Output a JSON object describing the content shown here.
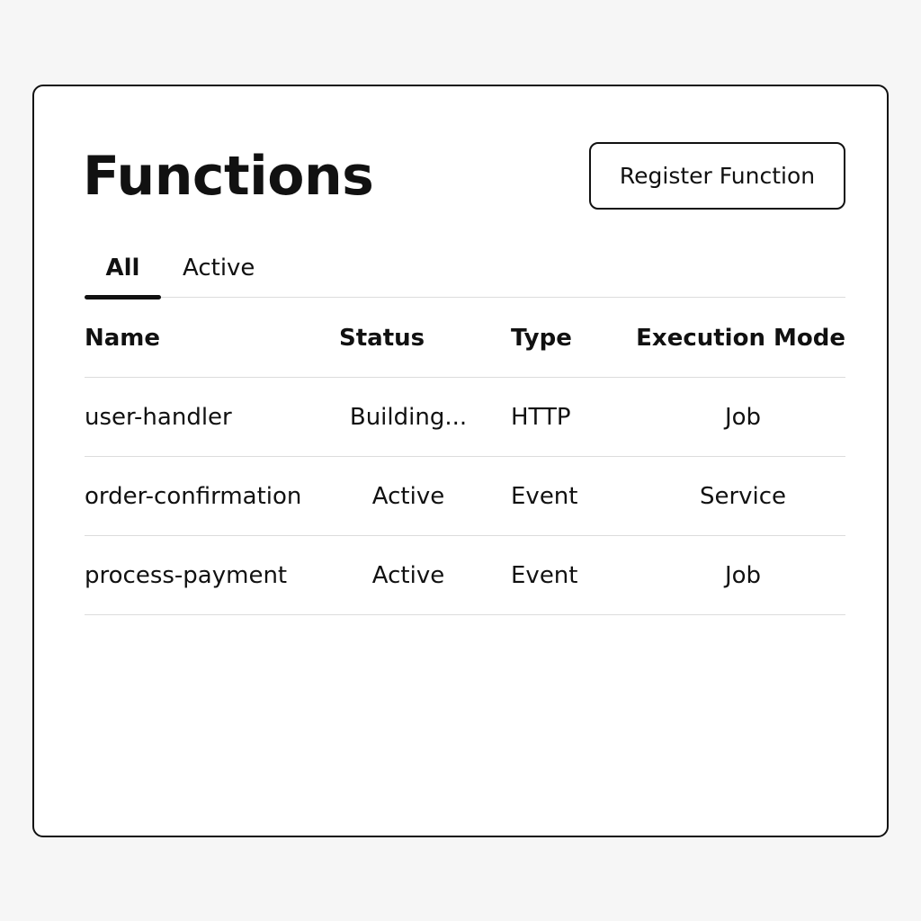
{
  "page": {
    "title": "Functions",
    "register_button_label": "Register Function"
  },
  "tabs": [
    {
      "label": "All",
      "selected": true
    },
    {
      "label": "Active",
      "selected": false
    }
  ],
  "table": {
    "columns": [
      "Name",
      "Status",
      "Type",
      "Execution Mode"
    ],
    "rows": [
      {
        "name": "user-handler",
        "status": "Building...",
        "type": "HTTP",
        "mode": "Job"
      },
      {
        "name": "order-confirmation",
        "status": "Active",
        "type": "Event",
        "mode": "Service"
      },
      {
        "name": "process-payment",
        "status": "Active",
        "type": "Event",
        "mode": "Job"
      }
    ]
  },
  "colors": {
    "background": "#f6f6f6",
    "card": "#ffffff",
    "text": "#111111",
    "divider": "#dcdcdc"
  }
}
